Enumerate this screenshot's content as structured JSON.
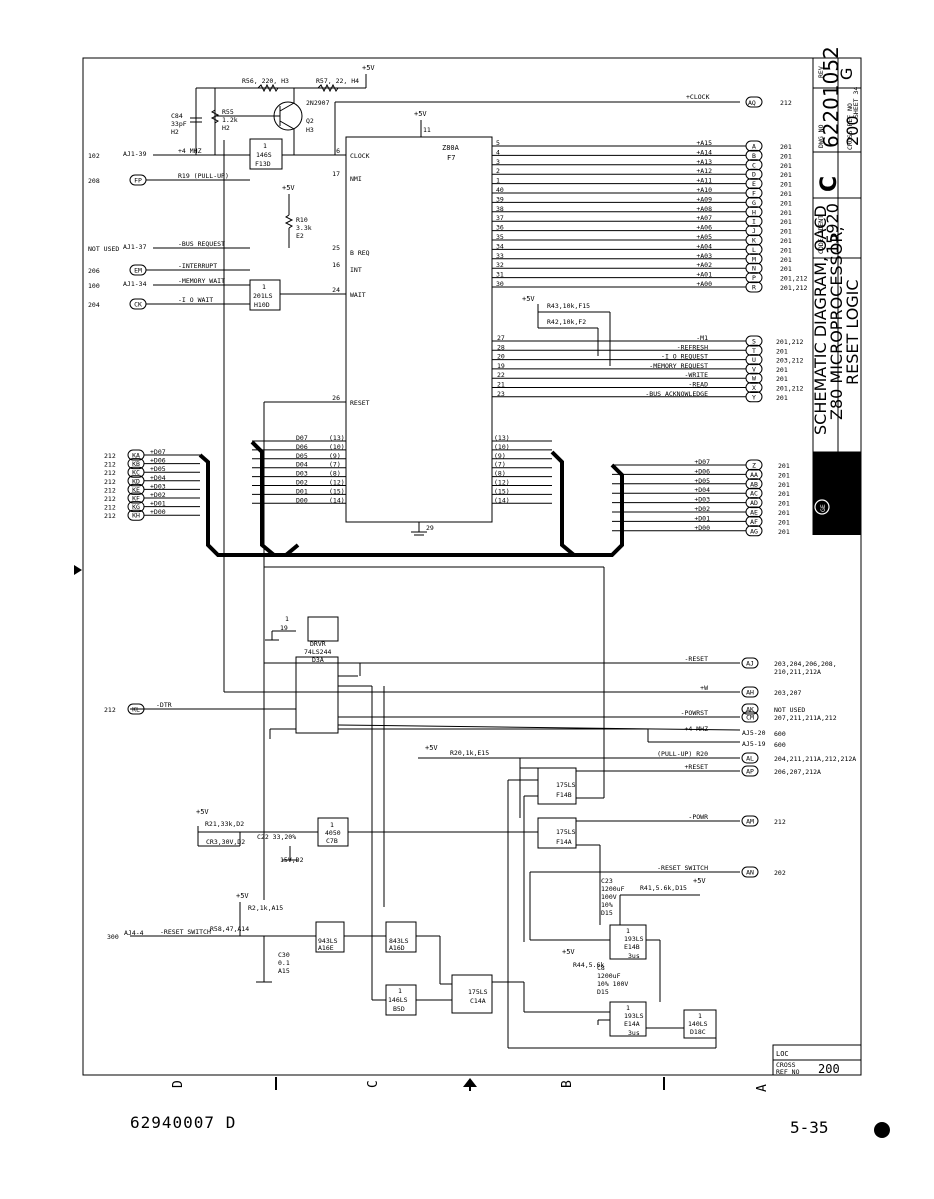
{
  "title_block": {
    "title_line1": "SCHEMATIC DIAGRAM, OACD",
    "title_line2": "Z80 MICROPROCESSOR,",
    "title_line3": "RESET LOGIC",
    "rev_label": "REV",
    "rev": "G",
    "dwg_no_label": "DWG NO",
    "dwg_no": "62201052",
    "sheet_label": "SHEET 34",
    "size": "C",
    "code_ident_label": "CODE IDENT",
    "code_ident": "15920",
    "cross_ref_label": "CROSS REF NO",
    "cross_ref": "200",
    "logo": "GE"
  },
  "loc_box": {
    "loc_label": "LOC",
    "cross_label": "CROSS",
    "ref_label": "REF NO",
    "ref_value": "200"
  },
  "zones": [
    "D",
    "C",
    "B",
    "A"
  ],
  "footer": {
    "doc_number": "62940007  D",
    "page": "5-35"
  },
  "chips": {
    "z80": {
      "name": "Z80A",
      "loc": "F7",
      "pin_vcc": "11",
      "pin_gnd": "29"
    },
    "u146s": {
      "num": "1",
      "name": "146S",
      "loc": "F13D"
    },
    "u201ls": {
      "num": "1",
      "name": "201LS",
      "loc": "H10D"
    },
    "dr": {
      "name": "DRVR",
      "part": "74LS244",
      "loc": "D3A"
    },
    "u4050": {
      "num": "1",
      "name": "4050",
      "loc": "C7B"
    },
    "f14b": {
      "name": "175LS",
      "loc": "F14B"
    },
    "f14a": {
      "name": "175LS",
      "loc": "F14A"
    },
    "a16e": {
      "name": "943LS",
      "loc": "A16E"
    },
    "a16d": {
      "name": "843LS",
      "loc": "A16D"
    },
    "b5d": {
      "num": "1",
      "name": "146LS",
      "loc": "B5D"
    },
    "c14a": {
      "name": "175LS",
      "loc": "C14A"
    },
    "e14b": {
      "num": "1",
      "name": "193LS",
      "loc": "E14B",
      "pulse": "3us"
    },
    "e14a": {
      "num": "1",
      "name": "193LS",
      "loc": "E14A",
      "pulse": "3us"
    },
    "d18c": {
      "num": "1",
      "name": "140LS",
      "loc": "D18C"
    },
    "q2": {
      "name": "2N2907",
      "ref": "Q2",
      "loc": "H3"
    }
  },
  "components": {
    "r56": "R56, 220, H3",
    "r57": "R57, 22, H4",
    "r55": "R55\n1.2k\nH2",
    "c84": "C84\n33pF\nH2",
    "r10": "R10\n3.3k\nE2",
    "r43": "R43,10k,F15",
    "r42": "R42,10k,F2",
    "r20": "R20,1k,E15",
    "r21": "R21,33k,D2",
    "cr3": "CR3,30V,D2",
    "c22": "C22 33,20%",
    "c22b": "15V,D2",
    "r2": "R2,1k,A15",
    "r58": "R58,47,A14",
    "c30": "C30\n0.1\nA15",
    "c23": "C23\n1200uF\n100V\n10%\nD15",
    "r41": "R41,5.6k,D15",
    "r44": "R44,5.6k",
    "c8": "C8\n1200uF\n10% 100V\nD15",
    "vcc": "+5V"
  },
  "left_signals": [
    {
      "ref": "102",
      "conn": "AJ1-39",
      "net": "+4 MHZ"
    },
    {
      "ref": "208",
      "conn": "FP",
      "net": "R19 (PULL-UP)"
    },
    {
      "ref": "NOT USED",
      "conn": "AJ1-37",
      "net": "-BUS REQUEST"
    },
    {
      "ref": "206",
      "conn": "EM",
      "net": "-INTERRUPT"
    },
    {
      "ref": "100",
      "conn": "AJ1-34",
      "net": "-MEMORY WAIT"
    },
    {
      "ref": "204",
      "conn": "CK",
      "net": "-I O WAIT"
    }
  ],
  "z80_left_pins": [
    {
      "num": "6",
      "name": "CLOCK"
    },
    {
      "num": "17",
      "name": "NMI"
    },
    {
      "num": "25",
      "name": "B REQ"
    },
    {
      "num": "16",
      "name": "INT"
    },
    {
      "num": "24",
      "name": "WAIT"
    },
    {
      "num": "26",
      "name": "RESET"
    }
  ],
  "addr_bus": [
    {
      "pin": "5",
      "net": "+A15",
      "conn": "A",
      "ref": "201"
    },
    {
      "pin": "4",
      "net": "+A14",
      "conn": "B",
      "ref": "201"
    },
    {
      "pin": "3",
      "net": "+A13",
      "conn": "C",
      "ref": "201"
    },
    {
      "pin": "2",
      "net": "+A12",
      "conn": "D",
      "ref": "201"
    },
    {
      "pin": "1",
      "net": "+A11",
      "conn": "E",
      "ref": "201"
    },
    {
      "pin": "40",
      "net": "+A10",
      "conn": "F",
      "ref": "201"
    },
    {
      "pin": "39",
      "net": "+A09",
      "conn": "G",
      "ref": "201"
    },
    {
      "pin": "38",
      "net": "+A08",
      "conn": "H",
      "ref": "201"
    },
    {
      "pin": "37",
      "net": "+A07",
      "conn": "I",
      "ref": "201"
    },
    {
      "pin": "36",
      "net": "+A06",
      "conn": "J",
      "ref": "201"
    },
    {
      "pin": "35",
      "net": "+A05",
      "conn": "K",
      "ref": "201"
    },
    {
      "pin": "34",
      "net": "+A04",
      "conn": "L",
      "ref": "201"
    },
    {
      "pin": "33",
      "net": "+A03",
      "conn": "M",
      "ref": "201"
    },
    {
      "pin": "32",
      "net": "+A02",
      "conn": "N",
      "ref": "201"
    },
    {
      "pin": "31",
      "net": "+A01",
      "conn": "P",
      "ref": "201,212"
    },
    {
      "pin": "30",
      "net": "+A00",
      "conn": "R",
      "ref": "201,212"
    }
  ],
  "clock_out": {
    "net": "+CLOCK",
    "conn": "AQ",
    "ref": "212"
  },
  "ctrl_bus": [
    {
      "pin": "27",
      "net": "-M1",
      "conn": "S",
      "ref": "201,212"
    },
    {
      "pin": "28",
      "net": "-REFRESH",
      "conn": "T",
      "ref": "201"
    },
    {
      "pin": "20",
      "net": "-I O REQUEST",
      "conn": "U",
      "ref": "203,212"
    },
    {
      "pin": "19",
      "net": "-MEMORY REQUEST",
      "conn": "V",
      "ref": "201"
    },
    {
      "pin": "22",
      "net": "-WRITE",
      "conn": "W",
      "ref": "201"
    },
    {
      "pin": "21",
      "net": "-READ",
      "conn": "X",
      "ref": "201,212"
    },
    {
      "pin": "23",
      "net": "-BUS ACKNOWLEDGE",
      "conn": "Y",
      "ref": "201"
    }
  ],
  "data_left": [
    {
      "ref": "212",
      "conn": "KA",
      "net": "+D07"
    },
    {
      "ref": "212",
      "conn": "KB",
      "net": "+D06"
    },
    {
      "ref": "212",
      "conn": "KC",
      "net": "+D05"
    },
    {
      "ref": "212",
      "conn": "KD",
      "net": "+D04"
    },
    {
      "ref": "212",
      "conn": "KE",
      "net": "+D03"
    },
    {
      "ref": "212",
      "conn": "KF",
      "net": "+D02"
    },
    {
      "ref": "212",
      "conn": "KG",
      "net": "+D01"
    },
    {
      "ref": "212",
      "conn": "KH",
      "net": "+D00"
    }
  ],
  "data_inner": [
    {
      "name": "D07",
      "pin": "(13)"
    },
    {
      "name": "D06",
      "pin": "(10)"
    },
    {
      "name": "D05",
      "pin": "(9)"
    },
    {
      "name": "D04",
      "pin": "(7)"
    },
    {
      "name": "D03",
      "pin": "(8)"
    },
    {
      "name": "D02",
      "pin": "(12)"
    },
    {
      "name": "D01",
      "pin": "(15)"
    },
    {
      "name": "D00",
      "pin": "(14)"
    }
  ],
  "data_right": [
    {
      "net": "+D07",
      "conn": "Z",
      "ref": "201"
    },
    {
      "net": "+D06",
      "conn": "AA",
      "ref": "201"
    },
    {
      "net": "+D05",
      "conn": "AB",
      "ref": "201"
    },
    {
      "net": "+D04",
      "conn": "AC",
      "ref": "201"
    },
    {
      "net": "+D03",
      "conn": "AD",
      "ref": "201"
    },
    {
      "net": "+D02",
      "conn": "AE",
      "ref": "201"
    },
    {
      "net": "+D01",
      "conn": "AF",
      "ref": "201"
    },
    {
      "net": "+D00",
      "conn": "AG",
      "ref": "201"
    }
  ],
  "lower_signals": [
    {
      "net": "-RESET",
      "conn": "AJ",
      "ref": "203,204,206,208,",
      "ref2": "210,211,212A"
    },
    {
      "net": "+W",
      "conn": "AH",
      "ref": "203,207",
      "ref2": ""
    },
    {
      "net": "",
      "conn": "AK",
      "ref": "NOT USED",
      "ref2": ""
    },
    {
      "net": "-POWRST",
      "conn": "CM",
      "ref": "207,211,211A,212",
      "ref2": ""
    },
    {
      "net": "+4 MHZ",
      "conn": "AJ5-20",
      "ref": "600",
      "ref2": ""
    },
    {
      "net": "",
      "conn": "AJ5-19",
      "ref": "600",
      "ref2": ""
    },
    {
      "net": "(PULL-UP) R20",
      "conn": "AL",
      "ref": "204,211,211A,212,212A",
      "ref2": ""
    },
    {
      "net": "+RESET",
      "conn": "AP",
      "ref": "206,207,212A",
      "ref2": ""
    },
    {
      "net": "-POWR",
      "conn": "AM",
      "ref": "212",
      "ref2": ""
    },
    {
      "net": "-RESET SWITCH",
      "conn": "AN",
      "ref": "202",
      "ref2": ""
    }
  ],
  "dtr": {
    "ref": "212",
    "conn": "KL",
    "net": "-DTR"
  },
  "reset_sw": {
    "ref": "300",
    "conn": "AJ4-4",
    "net": "-RESET SWITCH"
  }
}
